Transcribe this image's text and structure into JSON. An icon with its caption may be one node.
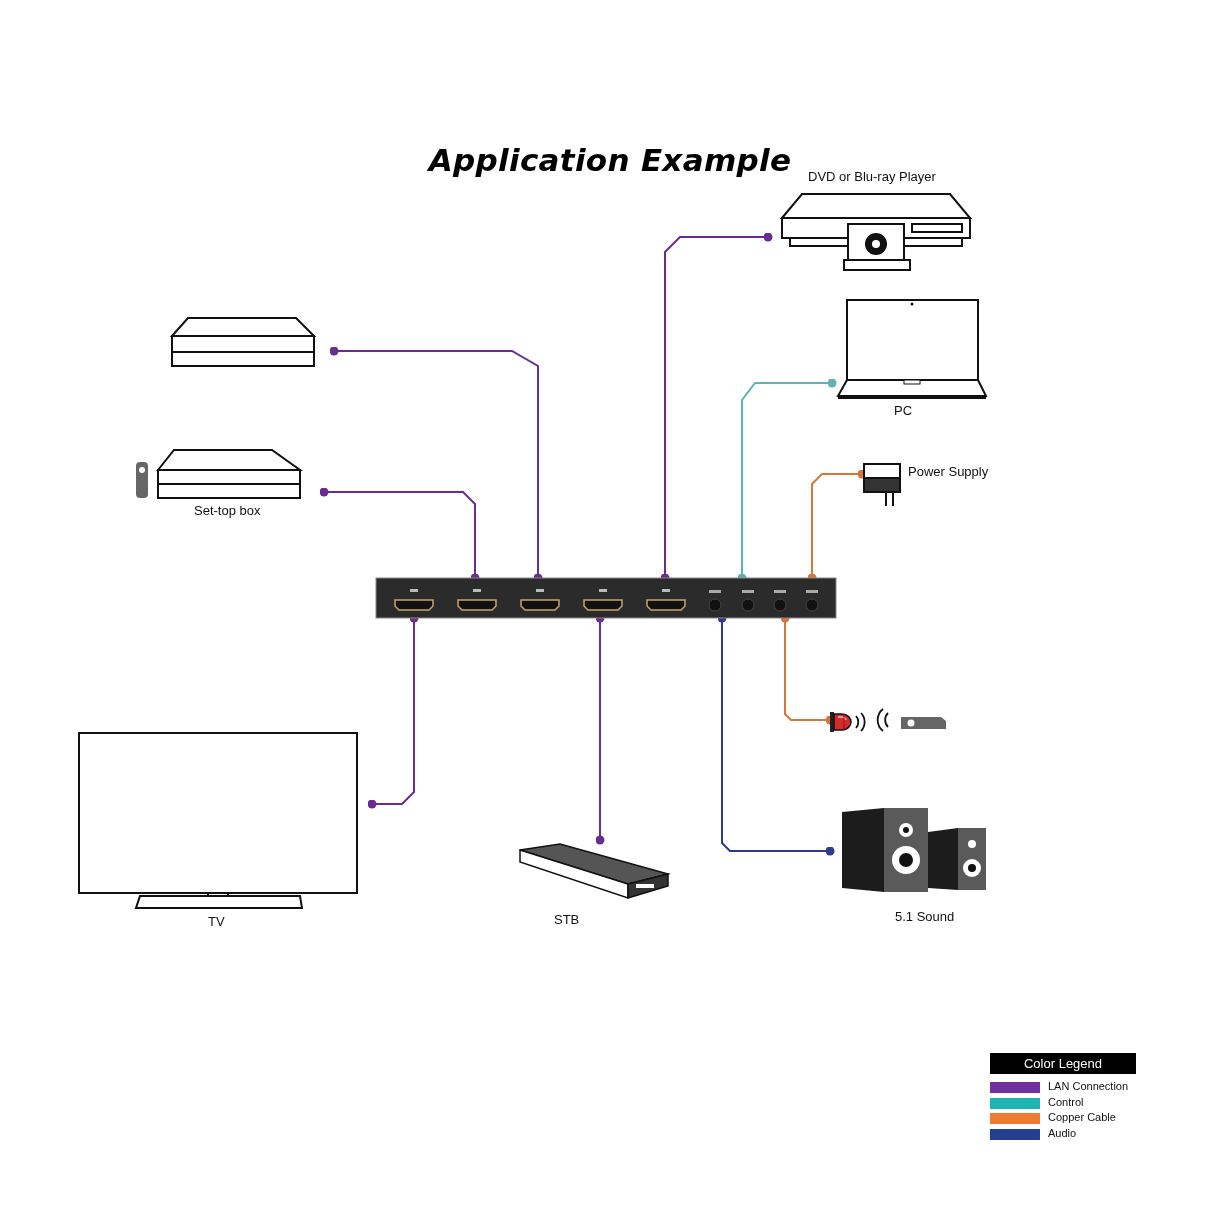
{
  "diagram": {
    "title": "Application Example",
    "nodes": [
      {
        "text": [],
        "shape": "picture"
      },
      {
        "text": [
          "DVD or Blu-ray Player"
        ]
      },
      {
        "text": [
          "PC"
        ]
      },
      {
        "text": [
          "Power Supply"
        ]
      },
      {
        "text": [],
        "shape": "picture"
      },
      {
        "text": [
          "Set-top box"
        ]
      },
      {
        "text": [
          "TV"
        ]
      },
      {
        "text": [
          "STB"
        ]
      },
      {
        "text": [],
        "shape": "picture"
      },
      {
        "text": [
          "5.1 Sound"
        ]
      }
    ],
    "edges": [
      {
        "from": 4,
        "to": 0,
        "arrow": "other"
      },
      {
        "from": 5,
        "to": 0,
        "arrow": "other"
      },
      {
        "from": 1,
        "to": 0,
        "arrow": "other"
      },
      {
        "from": 2,
        "to": 0,
        "arrow": "other",
        "color": "#5fb3b3"
      },
      {
        "from": 3,
        "to": 0,
        "arrow": "other",
        "color": "#d9773a"
      },
      {
        "from": 0,
        "to": 6,
        "arrow": "other"
      },
      {
        "from": 0,
        "to": 7,
        "arrow": "other"
      },
      {
        "from": 0,
        "to": 9,
        "arrow": "other",
        "color": "#2e3a8c"
      },
      {
        "from": 0,
        "to": 8,
        "arrow": "other",
        "color": "#d9773a"
      }
    ],
    "legend": [
      {
        "text": "LAN Connection",
        "color": "#7030a0"
      },
      {
        "text": "Control",
        "color": "#1fb5b5"
      },
      {
        "text": "Copper Cable",
        "color": "#f07a32"
      },
      {
        "text": "Audio",
        "color": "#253e8f"
      }
    ],
    "labels": [
      "Color Legend"
    ]
  }
}
